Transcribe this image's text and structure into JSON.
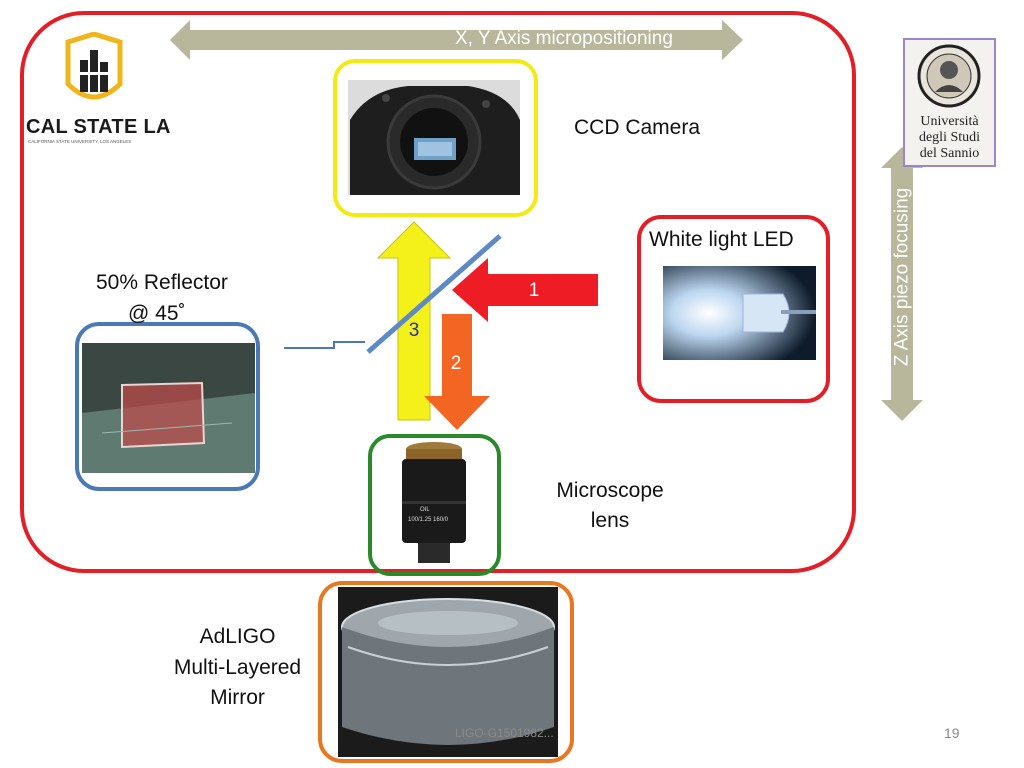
{
  "xy_arrow_label": "X, Y Axis micropositioning",
  "z_arrow_label": "Z Axis piezo focusing",
  "logos": {
    "cal_state": "CAL STATE LA",
    "cal_state_sub": "CALIFORNIA STATE UNIVERSITY, LOS ANGELES",
    "sannio_line1": "Università",
    "sannio_line2": "degli Studi",
    "sannio_line3": "del Sannio"
  },
  "labels": {
    "ccd_camera": "CCD Camera",
    "white_led": "White light LED",
    "reflector_line1": "50% Reflector",
    "reflector_line2": "@ 45˚",
    "microscope_line1": "Microscope",
    "microscope_line2": "lens",
    "mirror_line1": "AdLIGO",
    "mirror_line2": "Multi-Layered",
    "mirror_line3": "Mirror"
  },
  "beams": {
    "beam1": "1",
    "beam2": "2",
    "beam3": "3"
  },
  "microscope_lens_markings": {
    "oil": "OIL",
    "mag": "100/1.25 160/0"
  },
  "footer": {
    "doc_id": "LIGO-G1501982...",
    "page_number": "19"
  },
  "colors": {
    "main_frame": "#e41e26",
    "ccd_frame": "#f2ea10",
    "led_frame": "#e41e26",
    "reflector_frame": "#4a79b8",
    "lens_frame": "#2a8a2a",
    "mirror_frame": "#e87722",
    "arrow_gray": "#b9b79b",
    "beam1": "#ee1c25",
    "beam2": "#f26522",
    "beam3": "#f4f11a",
    "beam3_label": "#2233aa",
    "reflector_line": "#5b8ac7"
  }
}
